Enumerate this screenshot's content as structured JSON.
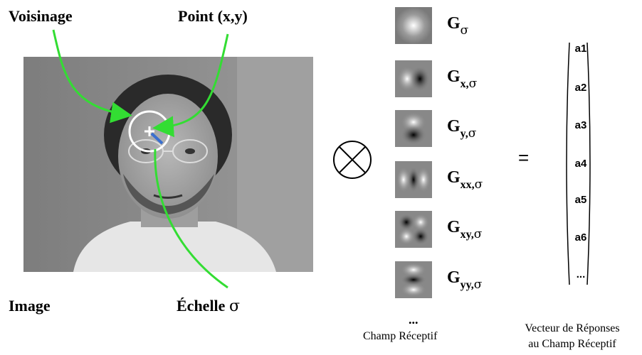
{
  "labels": {
    "voisinage": "Voisinage",
    "point": "Point (x,y)",
    "image": "Image",
    "echelle": "Échelle",
    "sigma": "σ",
    "dots": "...",
    "champ_receptif": "Champ Réceptif",
    "vecteur_line1": "Vecteur de Réponses",
    "vecteur_line2": "au Champ Réceptif",
    "equals": "="
  },
  "filters": [
    {
      "name": "G",
      "sub": "",
      "sigma": "σ"
    },
    {
      "name": "G",
      "sub": "x,",
      "sigma": "σ"
    },
    {
      "name": "G",
      "sub": "y,",
      "sigma": "σ"
    },
    {
      "name": "G",
      "sub": "xx,",
      "sigma": "σ"
    },
    {
      "name": "G",
      "sub": "xy,",
      "sigma": "σ"
    },
    {
      "name": "G",
      "sub": "yy,",
      "sigma": "σ"
    }
  ],
  "vector": [
    "a1",
    "a2",
    "a3",
    "a4",
    "a5",
    "a6",
    "..."
  ],
  "colors": {
    "arrow": "#33dd33",
    "photo_bg": "#8a8a8a",
    "circle": "#ffffff"
  }
}
